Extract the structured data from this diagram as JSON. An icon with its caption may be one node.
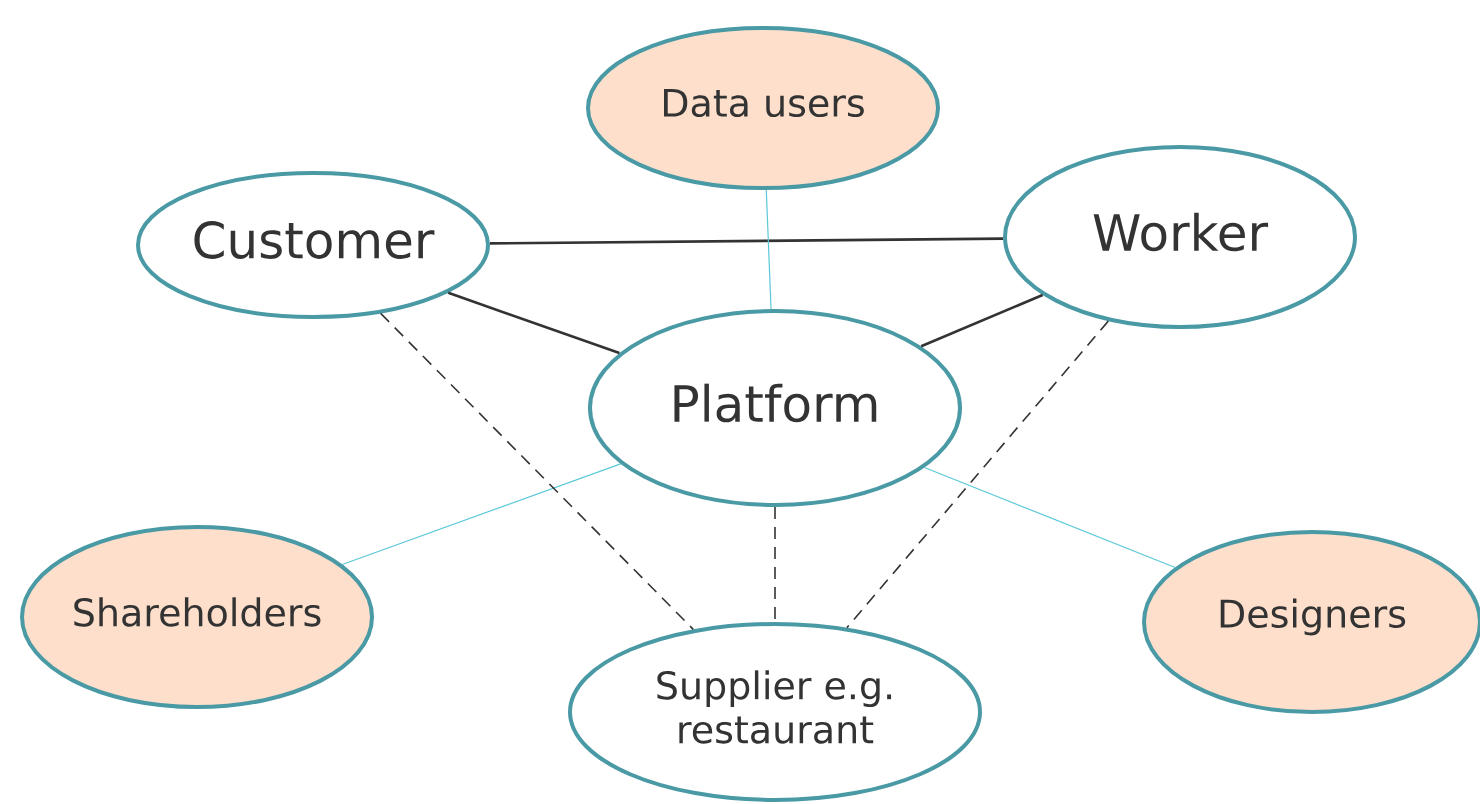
{
  "diagram": {
    "nodes": [
      {
        "text": [
          "Data users"
        ]
      },
      {
        "text": [
          "Customer"
        ]
      },
      {
        "text": [
          "Worker"
        ]
      },
      {
        "text": [
          "Platform"
        ]
      },
      {
        "text": [
          "Shareholders"
        ]
      },
      {
        "text": [
          "Supplier e.g. restaurant"
        ]
      },
      {
        "text": [
          "Designers"
        ]
      }
    ],
    "edges": [
      {
        "from": 1,
        "to": 2,
        "arrow": "none"
      },
      {
        "from": 1,
        "to": 3,
        "arrow": "none"
      },
      {
        "from": 2,
        "to": 3,
        "arrow": "none"
      },
      {
        "from": 0,
        "to": 3,
        "arrow": "none",
        "color": "#5bc8d8"
      },
      {
        "from": 4,
        "to": 3,
        "arrow": "none",
        "color": "#5bc8d8"
      },
      {
        "from": 6,
        "to": 3,
        "arrow": "none",
        "color": "#5bc8d8"
      },
      {
        "from": 1,
        "to": 5,
        "arrow": "none",
        "style": "dashed"
      },
      {
        "from": 3,
        "to": 5,
        "arrow": "none",
        "style": "dashed"
      },
      {
        "from": 2,
        "to": 5,
        "arrow": "none",
        "style": "dashed"
      }
    ]
  }
}
